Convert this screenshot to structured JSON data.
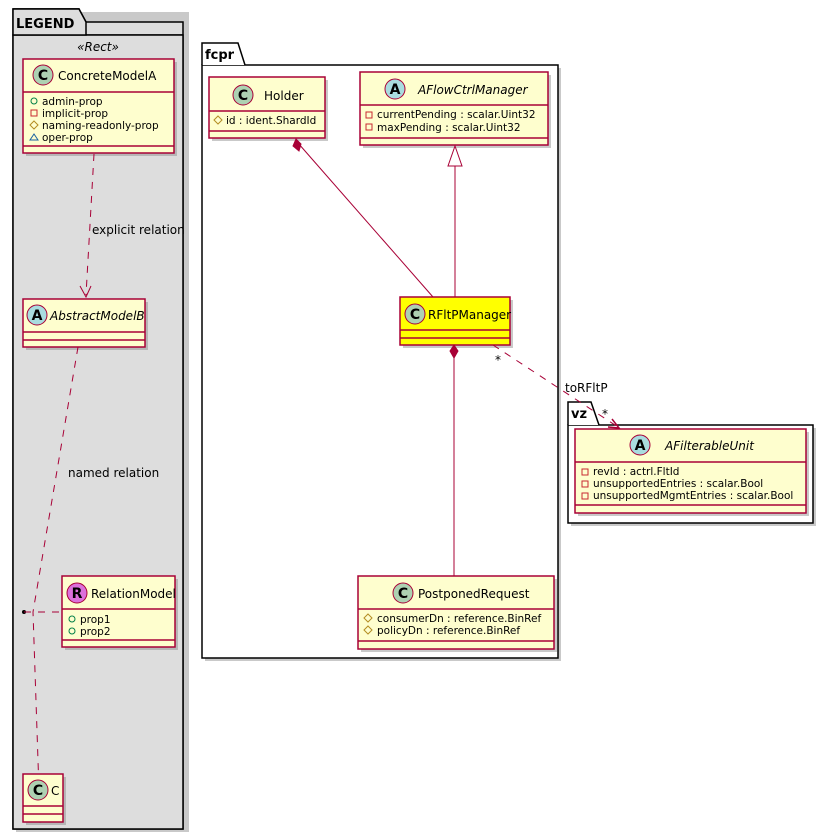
{
  "legend": {
    "package_label": "LEGEND",
    "stereotype": "«Rect»",
    "concrete_model": {
      "name": "ConcreteModelA",
      "kind": "C",
      "attributes": [
        {
          "visibility": "public",
          "symbol": "circle",
          "text": "admin-prop"
        },
        {
          "visibility": "private",
          "symbol": "square",
          "text": "implicit-prop"
        },
        {
          "visibility": "protected",
          "symbol": "diamond",
          "text": "naming-readonly-prop"
        },
        {
          "visibility": "package",
          "symbol": "triangle",
          "text": "oper-prop"
        }
      ]
    },
    "abstract_model": {
      "name": "AbstractModelB",
      "kind": "A"
    },
    "relation_model": {
      "name": "RelationModel",
      "kind": "R",
      "attributes": [
        {
          "visibility": "public",
          "symbol": "circle",
          "text": "prop1"
        },
        {
          "visibility": "public",
          "symbol": "circle",
          "text": "prop2"
        }
      ]
    },
    "c_model": {
      "name": "C",
      "kind": "C"
    },
    "explicit_relation_label": "explicit relation",
    "named_relation_label": "named relation"
  },
  "fcpr": {
    "package_label": "fcpr",
    "holder": {
      "name": "Holder",
      "kind": "C",
      "attributes": [
        {
          "visibility": "protected",
          "symbol": "diamond",
          "text": "id : ident.ShardId"
        }
      ]
    },
    "flow_ctrl_manager": {
      "name": "AFlowCtrlManager",
      "kind": "A",
      "attributes": [
        {
          "visibility": "private",
          "symbol": "square",
          "text": "currentPending : scalar.Uint32"
        },
        {
          "visibility": "private",
          "symbol": "square",
          "text": "maxPending : scalar.Uint32"
        }
      ]
    },
    "rfltp_manager": {
      "name": "RFltPManager",
      "kind": "C",
      "highlight_color": "#FFFF00"
    },
    "postponed_request": {
      "name": "PostponedRequest",
      "kind": "C",
      "attributes": [
        {
          "visibility": "protected",
          "symbol": "diamond",
          "text": "consumerDn : reference.BinRef"
        },
        {
          "visibility": "protected",
          "symbol": "diamond",
          "text": "policyDn : reference.BinRef"
        }
      ]
    }
  },
  "vz": {
    "package_label": "vz",
    "filterable_unit": {
      "name": "AFilterableUnit",
      "kind": "A",
      "attributes": [
        {
          "visibility": "private",
          "symbol": "square",
          "text": "revId : actrl.FltId"
        },
        {
          "visibility": "private",
          "symbol": "square",
          "text": "unsupportedEntries : scalar.Bool"
        },
        {
          "visibility": "private",
          "symbol": "square",
          "text": "unsupportedMgmtEntries : scalar.Bool"
        }
      ]
    }
  },
  "relations": {
    "to_rfltp_label": "toRFltP",
    "source_multiplicity": "*",
    "target_multiplicity": "*"
  },
  "colors": {
    "class_fill": "#FEFECE",
    "class_border": "#A80036",
    "class_circle": "#ADD1B2",
    "abstract_circle": "#A9DCDF",
    "relation_circle": "#DB70DB",
    "legend_bg": "#DDDDDD",
    "highlight": "#FFFF00"
  }
}
